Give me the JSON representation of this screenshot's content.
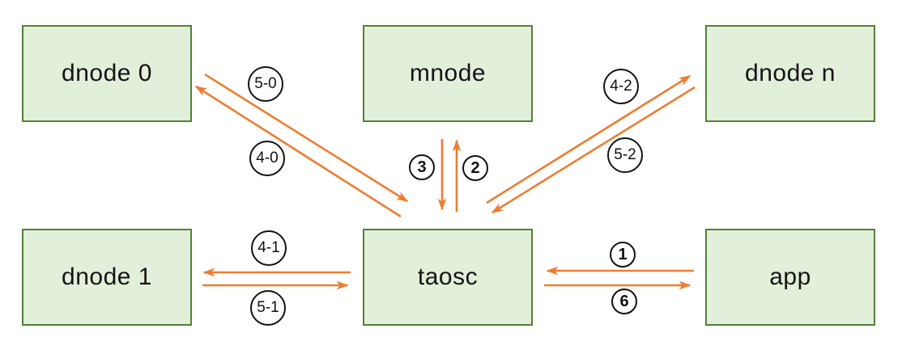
{
  "diagram": {
    "nodes": [
      {
        "id": "dnode0",
        "label": "dnode 0"
      },
      {
        "id": "mnode",
        "label": "mnode"
      },
      {
        "id": "dnoden",
        "label": "dnode n"
      },
      {
        "id": "dnode1",
        "label": "dnode 1"
      },
      {
        "id": "taosc",
        "label": "taosc"
      },
      {
        "id": "app",
        "label": "app"
      }
    ],
    "edges": [
      {
        "label": "5-0",
        "from": "dnode 0",
        "to": "taosc"
      },
      {
        "label": "4-0",
        "from": "taosc",
        "to": "dnode 0"
      },
      {
        "label": "3",
        "from": "mnode",
        "to": "taosc"
      },
      {
        "label": "2",
        "from": "taosc",
        "to": "mnode"
      },
      {
        "label": "4-2",
        "from": "taosc",
        "to": "dnode n"
      },
      {
        "label": "5-2",
        "from": "dnode n",
        "to": "taosc"
      },
      {
        "label": "4-1",
        "from": "taosc",
        "to": "dnode 1"
      },
      {
        "label": "5-1",
        "from": "dnode 1",
        "to": "taosc"
      },
      {
        "label": "1",
        "from": "app",
        "to": "taosc"
      },
      {
        "label": "6",
        "from": "taosc",
        "to": "app"
      }
    ],
    "colors": {
      "node_fill": "#e2efda",
      "node_border": "#538135",
      "arrow": "#ed7d31",
      "label_circle_border": "#111111",
      "label_text": "#111111",
      "background": "#ffffff"
    }
  }
}
